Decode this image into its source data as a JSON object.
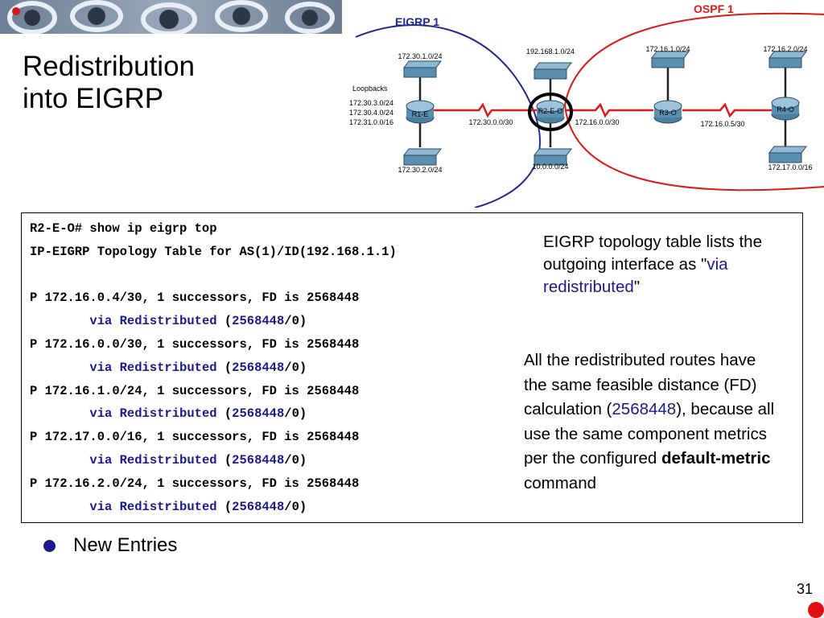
{
  "title": {
    "line1": "Redistribution",
    "line2": "into EIGRP"
  },
  "topology": {
    "eigrp_label": "EIGRP 1",
    "ospf_label": "OSPF 1",
    "loopbacks_label": "Loopbacks",
    "loopback_nets": [
      "172.30.3.0/24",
      "172.30.4.0/24",
      "172.31.0.0/16"
    ],
    "routers": [
      "R1-E",
      "R2-E-O",
      "R3-O",
      "R4-O"
    ],
    "networks": {
      "r1_top": "172.30.1.0/24",
      "r1_bottom": "172.30.2.0/24",
      "r2_top": "192.168.1.0/24",
      "r2_bottom": "10.0.0.0/24",
      "r3_top": "172.16.1.0/24",
      "r4_top": "172.16.2.0/24",
      "r4_bottom": "172.17.0.0/16",
      "link_r1_r2": "172.30.0.0/30",
      "link_r2_r3": "172.16.0.0/30",
      "link_r3_r4": "172.16.0.5/30"
    },
    "colors": {
      "eigrp": "#1f2a8c",
      "ospf": "#e01818",
      "router": "#5a8fb0"
    }
  },
  "code": {
    "prompt": "R2-E-O# show ip eigrp top",
    "header": "IP-EIGRP Topology Table for AS(1)/ID(192.168.1.1)",
    "entries": [
      {
        "route": "P 172.16.0.4/30, 1 successors, FD is 2568448",
        "via": "via Redistributed",
        "fd": "2568448",
        "tail": "/0)"
      },
      {
        "route": "P 172.16.0.0/30, 1 successors, FD is 2568448",
        "via": "via Redistributed",
        "fd": "2568448",
        "tail": "/0)"
      },
      {
        "route": "P 172.16.1.0/24, 1 successors, FD is 2568448",
        "via": "via Redistributed",
        "fd": "2568448",
        "tail": "/0)"
      },
      {
        "route": "P 172.17.0.0/16, 1 successors, FD is 2568448",
        "via": "via Redistributed",
        "fd": "2568448",
        "tail": "/0)"
      },
      {
        "route": "P 172.16.2.0/24, 1 successors, FD is 2568448",
        "via": "via Redistributed",
        "fd": "2568448",
        "tail": "/0)"
      }
    ]
  },
  "notes": {
    "note1_pre": "EIGRP topology table lists the outgoing interface as \"",
    "note1_hl": "via redistributed",
    "note1_post": "\"",
    "note2_pre": "All the redistributed routes have the same feasible distance (FD) calculation (",
    "note2_hl": "2568448",
    "note2_mid": "), because all use the same component metrics per the configured ",
    "note2_bold": "default-metric",
    "note2_post": " command"
  },
  "bullet": "New Entries",
  "page_number": "31"
}
